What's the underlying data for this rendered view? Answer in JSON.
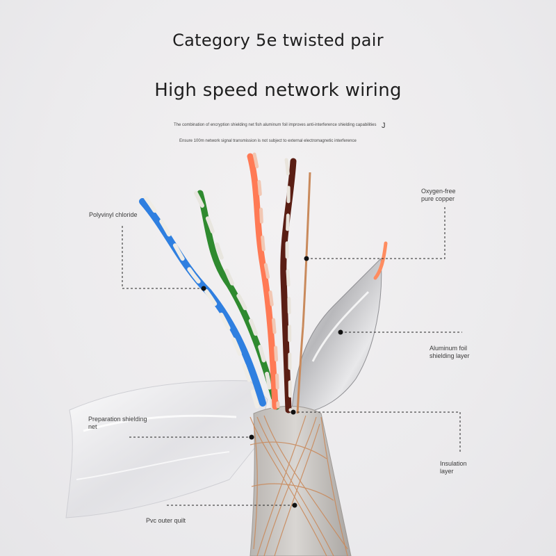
{
  "header": {
    "title": "Category 5e twisted pair",
    "subtitle": "High speed network wiring",
    "note_1": "The combination of encryption shielding net fish aluminum foil improves anti-interference shielding capabilities",
    "note_1_mark": "J",
    "note_2": "Ensure 100m network signal transmission is not subject to external electromagnetic interference"
  },
  "callouts": {
    "pvc": "Polyvinyl chloride",
    "copper": "Oxygen-free\npure copper",
    "foil": "Aluminum foil\nshielding layer",
    "net": "Preparation shielding\nnet",
    "insulation": "Insulation\nlayer",
    "outer": "Pvc outer quilt"
  },
  "colors": {
    "background": "#ecebed",
    "leader_line": "#222222",
    "outer_jacket": "#cfccc9",
    "copper": "#c98a5c",
    "blue_wire": "#2f7fe0",
    "green_wire": "#2f8a2f",
    "orange_wire": "#ff7a55",
    "brown_wire": "#5a1e14"
  }
}
